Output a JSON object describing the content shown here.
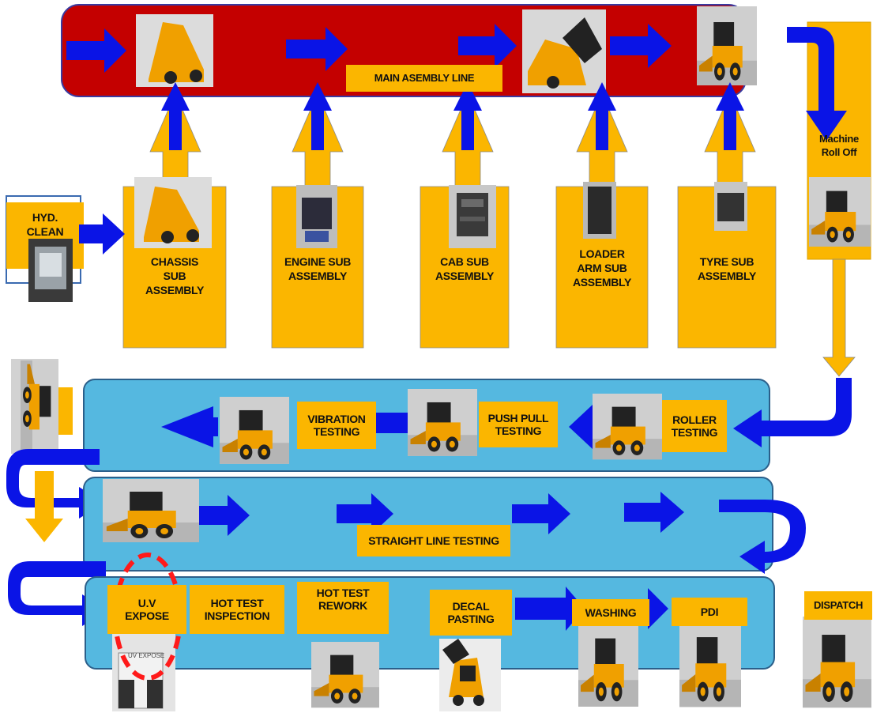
{
  "colors": {
    "main_line_red": "#c40000",
    "test_bay_blue": "#55b8e0",
    "label_yellow": "#fbb600",
    "arrow_blue": "#0a14e6",
    "highlight_red": "#ff1a1a"
  },
  "main_line": {
    "label": "MAIN ASEMBLY LINE"
  },
  "sub_assemblies": [
    {
      "label_lines": [
        "CHASSIS",
        "SUB",
        "ASSEMBLY"
      ]
    },
    {
      "label_lines": [
        "ENGINE SUB",
        "ASSEMBLY"
      ]
    },
    {
      "label_lines": [
        "CAB SUB",
        "ASSEMBLY"
      ]
    },
    {
      "label_lines": [
        "LOADER",
        "ARM SUB",
        "ASSEMBLY"
      ]
    },
    {
      "label_lines": [
        "TYRE SUB",
        "ASSEMBLY"
      ]
    }
  ],
  "hyd_clean": {
    "line1": "HYD.",
    "line2": "CLEAN"
  },
  "roll_off": {
    "line1": "Machine",
    "line2": "Roll Off"
  },
  "test_row1": {
    "roller": [
      "ROLLER",
      "TESTING"
    ],
    "push_pull": [
      "PUSH PULL",
      "TESTING"
    ],
    "vibration": [
      "VIBRATION",
      "TESTING"
    ]
  },
  "test_row2": {
    "label": "STRAIGHT LINE TESTING"
  },
  "test_row3": {
    "uv": [
      "U.V",
      "EXPOSE"
    ],
    "hot_test_inspection": [
      "HOT TEST",
      "INSPECTION"
    ],
    "hot_test_rework": [
      "HOT TEST",
      "REWORK"
    ],
    "decal": [
      "DECAL",
      "PASTING"
    ],
    "washing": "WASHING",
    "pdi": "PDI"
  },
  "dispatch": "DISPATCH",
  "uv_booth_sign": "UV EXPOSE"
}
